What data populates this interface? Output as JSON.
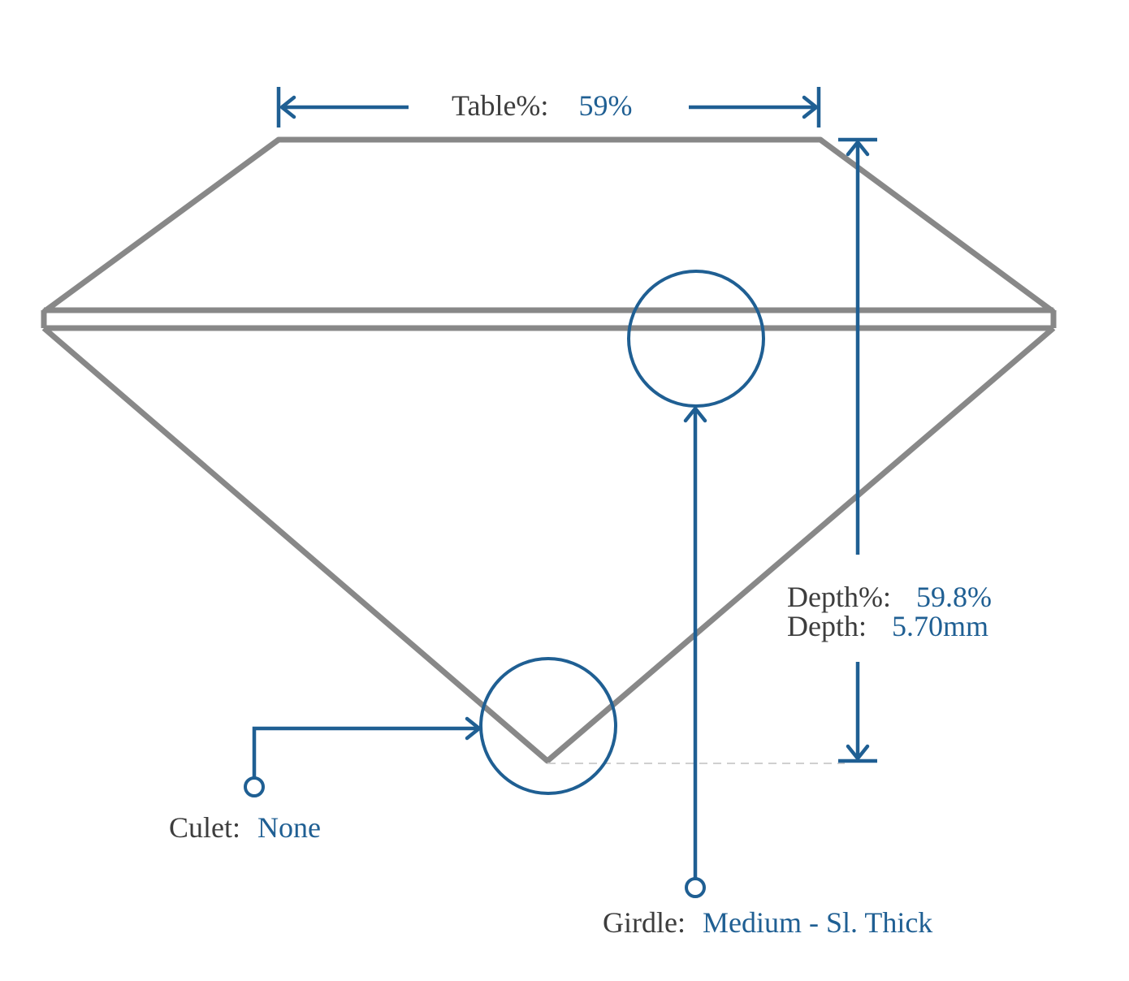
{
  "table": {
    "label": "Table%:",
    "value": "59%"
  },
  "depth_pct": {
    "label": "Depth%:",
    "value": "59.8%"
  },
  "depth": {
    "label": "Depth:",
    "value": "5.70mm"
  },
  "culet": {
    "label": "Culet:",
    "value": "None"
  },
  "girdle": {
    "label": "Girdle:",
    "value": "Medium - Sl. Thick"
  },
  "colors": {
    "outline": "#888888",
    "accent": "#1f5f93",
    "label": "#3d3d3d",
    "guide": "#cfcfcf"
  }
}
